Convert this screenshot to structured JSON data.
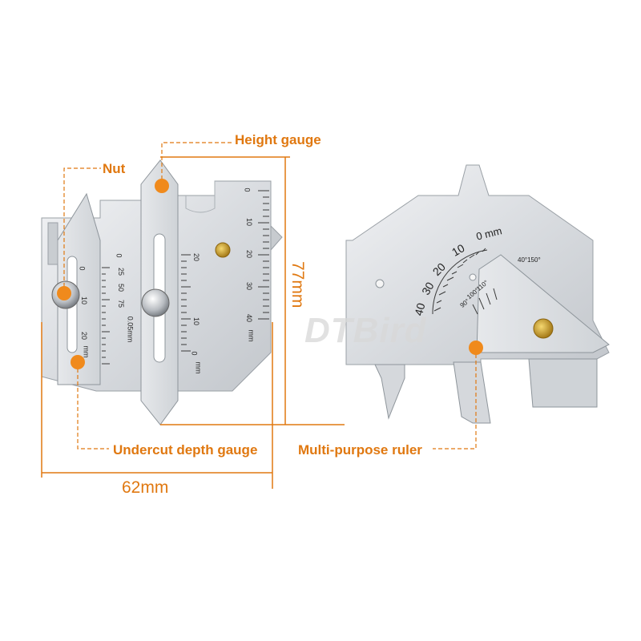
{
  "labels": {
    "nut": "Nut",
    "height_gauge": "Height gauge",
    "undercut_depth_gauge": "Undercut depth gauge",
    "multi_purpose_ruler": "Multi-purpose ruler"
  },
  "dimensions": {
    "width": "62mm",
    "height": "77mm"
  },
  "watermark": "DTBird",
  "scales": {
    "height_main": [
      "0",
      "10",
      "20",
      "30",
      "40",
      "mm"
    ],
    "height_slider": [
      "0",
      "10",
      "20",
      "mm"
    ],
    "undercut_main": [
      "0",
      "10",
      "20",
      "mm"
    ],
    "undercut_vernier": [
      "0",
      "25",
      "50",
      "75",
      "0.05mm"
    ],
    "multi_arc": [
      "0 mm",
      "10",
      "20",
      "30",
      "40"
    ],
    "multi_angle": [
      "90°",
      "100°",
      "110°"
    ],
    "multi_corner": [
      "40°",
      "150°"
    ]
  },
  "colors": {
    "accent": "#e07810",
    "dot": "#f08a1c",
    "steel": "#dcdfe3",
    "brass": "#c99a2a"
  }
}
